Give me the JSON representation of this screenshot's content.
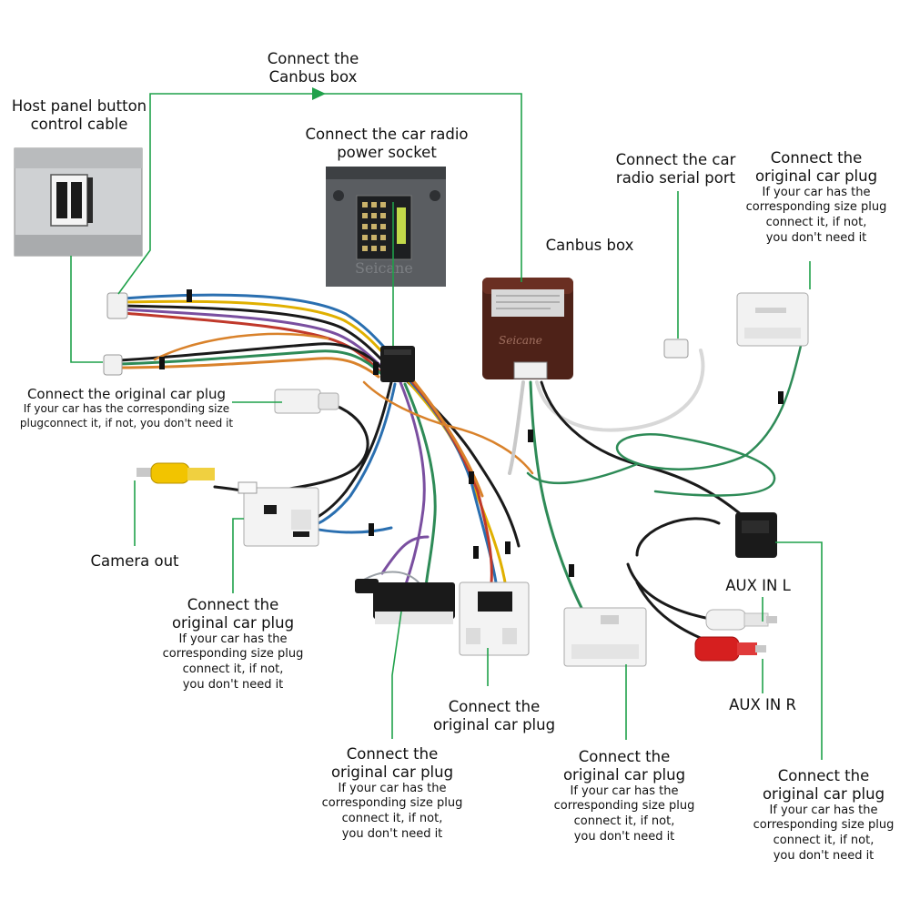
{
  "labels": {
    "canbus_connect": [
      "Connect the",
      "Canbus box"
    ],
    "host_panel": [
      "Host panel button",
      "control cable"
    ],
    "power_socket": [
      "Connect the car radio",
      "power socket"
    ],
    "serial_port": [
      "Connect the car",
      "radio serial port"
    ],
    "orig_top_right": {
      "title": [
        "Connect the",
        "original car plug"
      ],
      "note": [
        "If your car has the",
        "corresponding size plug",
        "connect it, if not,",
        "you don't need it"
      ]
    },
    "canbus_box": "Canbus box",
    "orig_left": {
      "title": "Connect the original car plug",
      "note": [
        "If your car has the corresponding size",
        "plugconnect it, if not, you don't need it"
      ]
    },
    "camera_out": "Camera out",
    "orig_mid_left": {
      "title": [
        "Connect the",
        "original car plug"
      ],
      "note": [
        "If your car has the",
        "corresponding size plug",
        "connect it, if not,",
        "you don't need it"
      ]
    },
    "orig_center": {
      "title": [
        "Connect the",
        "original car plug"
      ]
    },
    "orig_bottom_left": {
      "title": [
        "Connect the",
        "original car plug"
      ],
      "note": [
        "If your car has the",
        "corresponding size plug",
        "connect it, if not,",
        "you don't need it"
      ]
    },
    "orig_bottom_mid": {
      "title": [
        "Connect the",
        "original car plug"
      ],
      "note": [
        "If your car has the",
        "corresponding size plug",
        "connect it, if not,",
        "you don't need it"
      ]
    },
    "orig_bottom_right": {
      "title": [
        "Connect the",
        "original car plug"
      ],
      "note": [
        "If your car has the",
        "corresponding size plug",
        "connect it, if not,",
        "you don't need it"
      ]
    },
    "aux_l": "AUX IN L",
    "aux_r": "AUX IN R"
  },
  "photo_text": {
    "socket_watermark": "Seicane",
    "box_brand": "Seicane"
  },
  "colors": {
    "leader": "#1fa14a",
    "box": "#5a2a1f",
    "plug": "#f4f4f4",
    "rca_yellow": "#f2c400",
    "rca_red": "#d61f1f",
    "wire_green": "#2f8a5a",
    "wire_black": "#1a1a1a",
    "wire_orange": "#d9822b"
  }
}
